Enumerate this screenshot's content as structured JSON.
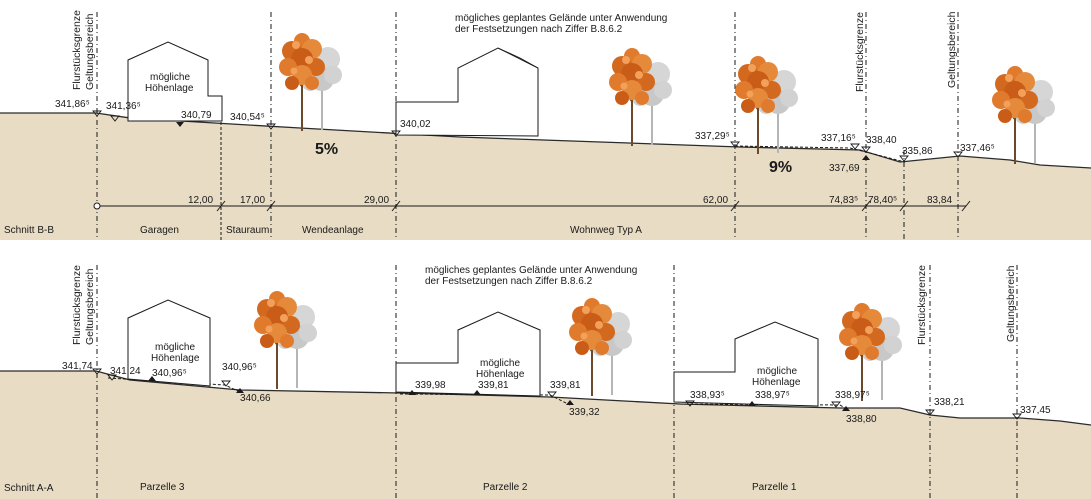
{
  "sectionBB": {
    "name": "Schnitt B-B",
    "note_line1": "mögliches geplantes Gelände unter Anwendung",
    "note_line2": "der Festsetzungen nach Ziffer B.8.6.2",
    "border_label_1": "Flurstücksgrenze",
    "border_label_2": "Geltungsbereich",
    "border_right": "Flurstücksgrenze",
    "scope_right": "Geltungsbereich",
    "house_label_1": "mögliche",
    "house_label_2": "Höhenlage",
    "slope_1": "5%",
    "slope_2": "9%",
    "heights": {
      "h1": "341,86⁵",
      "h2": "341,36⁵",
      "h3": "340,79",
      "h4": "340,54⁵",
      "h5": "340,02",
      "h6": "337,29⁵",
      "h7": "337,16⁵",
      "h8": "338,40",
      "h9": "337,69",
      "h10": "335,86",
      "h11": "337,46⁵"
    },
    "dimensions": [
      "12,00",
      "17,00",
      "29,00",
      "62,00",
      "74,83⁵",
      "78,40⁵",
      "83,84"
    ],
    "zones": [
      "Garagen",
      "Stauraum",
      "Wendeanlage",
      "Wohnweg Typ A"
    ]
  },
  "sectionAA": {
    "name": "Schnitt A-A",
    "note_line1": "mögliches geplantes Gelände unter Anwendung",
    "note_line2": "der Festsetzungen nach Ziffer B.8.6.2",
    "border_label_1": "Flurstücksgrenze",
    "border_label_2": "Geltungsbereich",
    "border_right": "Flurstücksgrenze",
    "scope_right": "Geltungsbereich",
    "house_label_1": "mögliche",
    "house_label_2": "Höhenlage",
    "heights": {
      "h1": "341,74",
      "h2": "341,24",
      "h3": "340,96⁵",
      "h4": "340,96⁵",
      "h5": "340,66",
      "h6": "339,98",
      "h7": "339,81",
      "h8": "339,81",
      "h9": "339,32",
      "h10": "338,93⁵",
      "h11": "338,97⁵",
      "h12": "338,97⁵",
      "h13": "338,80",
      "h14": "338,21",
      "h15": "337,45"
    },
    "parcels": [
      "Parzelle 3",
      "Parzelle 2",
      "Parzelle 1"
    ]
  },
  "colors": {
    "ground": "#e8dcc4",
    "tree_orange": "#d2691e",
    "tree_grey": "#c8c8c8"
  }
}
